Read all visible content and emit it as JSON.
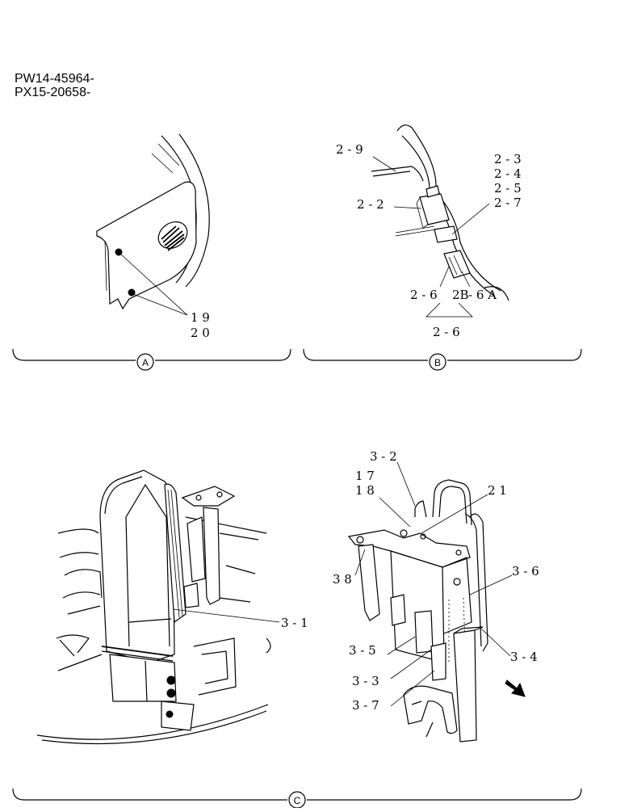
{
  "header": {
    "serial_lines": [
      "PW14-45964-",
      "PX15-20658-"
    ]
  },
  "views": {
    "A": {
      "id": "A",
      "callouts": [
        "1 9",
        "2 0"
      ]
    },
    "B": {
      "id": "B",
      "callouts": [
        "2 - 9",
        "2 - 3",
        "2 - 4",
        "2 - 5",
        "2 - 7",
        "2 - 2",
        "2 - 6",
        "2B",
        "- 6 A",
        "2 - 6"
      ]
    },
    "C": {
      "id": "C",
      "callouts": [
        "3 - 1",
        "3 - 2",
        "1 7",
        "1 8",
        "2 1",
        "3 8",
        "3 - 6",
        "3 - 5",
        "3 - 4",
        "3 - 3",
        "3 - 7"
      ]
    }
  }
}
